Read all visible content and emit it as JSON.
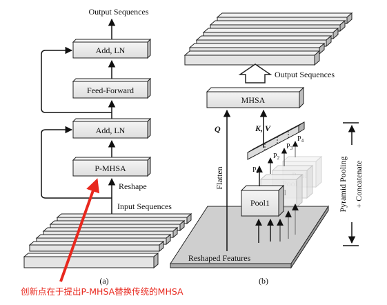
{
  "panel_a": {
    "caption": "(a)",
    "output_label": "Output Sequences",
    "blocks": {
      "add_ln_top": "Add, LN",
      "feed_forward": "Feed-Forward",
      "add_ln_bottom": "Add, LN",
      "p_mhsa": "P-MHSA"
    },
    "reshape_label": "Reshape",
    "input_label": "Input Sequences"
  },
  "panel_b": {
    "caption": "(b)",
    "output_label": "Output Sequences",
    "mhsa": "MHSA",
    "q_label": "Q",
    "kv_label": "K, V",
    "flatten_label": "Flatten",
    "pool1": "Pool1",
    "pool_ghost": "Pool",
    "p_labels": [
      "P",
      "P",
      "P",
      "P"
    ],
    "p_subscripts": [
      "1",
      "2",
      "3",
      "4"
    ],
    "reshaped_features": "Reshaped Features",
    "side_label_1": "Pyramid  Pooling",
    "side_label_2": "+ Concatenate"
  },
  "annotation": {
    "text": "创新点在于提出P-MHSA替换传统的MHSA",
    "color": "#e8281e"
  }
}
